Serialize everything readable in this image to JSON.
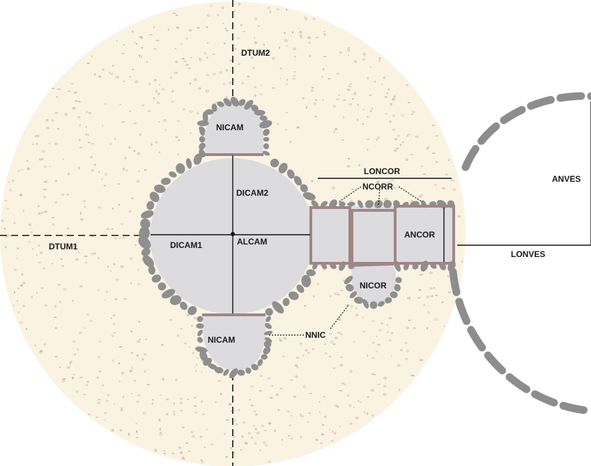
{
  "colors": {
    "mound_fill": "#fbf3e2",
    "chamber_fill": "#dcdcdf",
    "stone": "#8f8f8f",
    "slab": "#a08585",
    "line": "#111111"
  },
  "labels": {
    "dtum1": "DTUM1",
    "dtum2": "DTUM2",
    "nicam_top": "NICAM",
    "nicam_bottom": "NICAM",
    "dicam1": "DICAM1",
    "dicam2": "DICAM2",
    "alcam": "ALCAM",
    "loncor": "LONCOR",
    "ncorr": "NCORR",
    "ancor": "ANCOR",
    "nicor": "NICOR",
    "nnic": "NNIC",
    "anves": "ANVES",
    "lonves": "LONVES"
  }
}
